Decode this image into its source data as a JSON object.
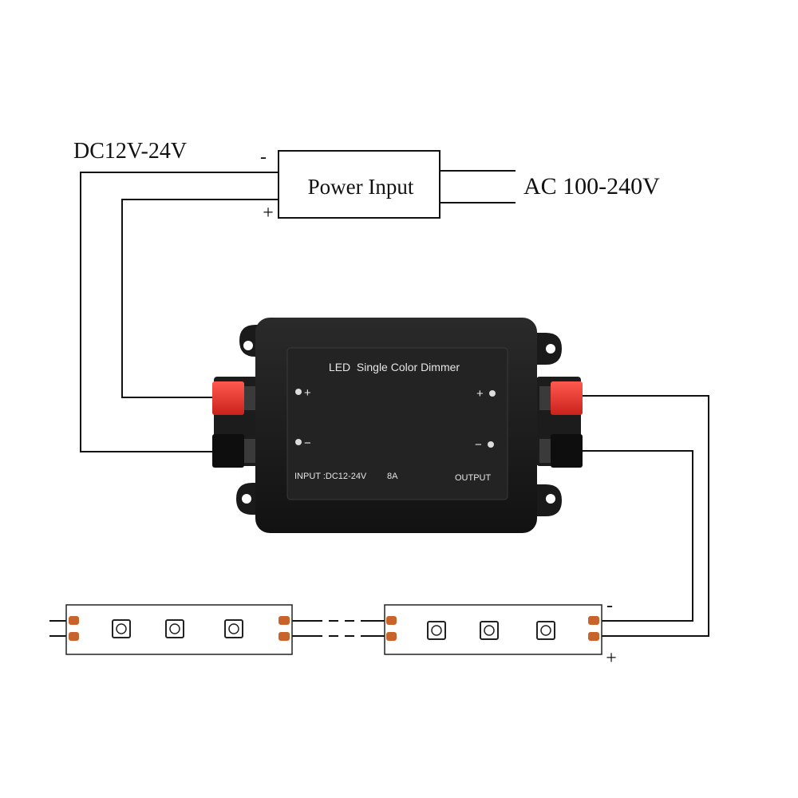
{
  "diagram": {
    "dc_label": "DC12V-24V",
    "ac_label": "AC 100-240V",
    "power_box": {
      "label": "Power Input",
      "minus": "-",
      "plus": "+"
    },
    "dimmer": {
      "title": "LED  Single Color Dimmer",
      "input_label": "INPUT :DC12-24V",
      "current_label": "8A",
      "output_label": "OUTPUT",
      "in_plus": "+",
      "in_minus": "−",
      "out_plus": "+",
      "out_minus": "−"
    },
    "strip_terminals": {
      "minus": "-",
      "plus": "+"
    }
  },
  "colors": {
    "wire": "#111111",
    "housing": "#1b1b1b",
    "panel": "#222222",
    "terminal_red": "#e8332c",
    "solder_pad": "#c8632b",
    "text_light": "#e6e6e6"
  }
}
